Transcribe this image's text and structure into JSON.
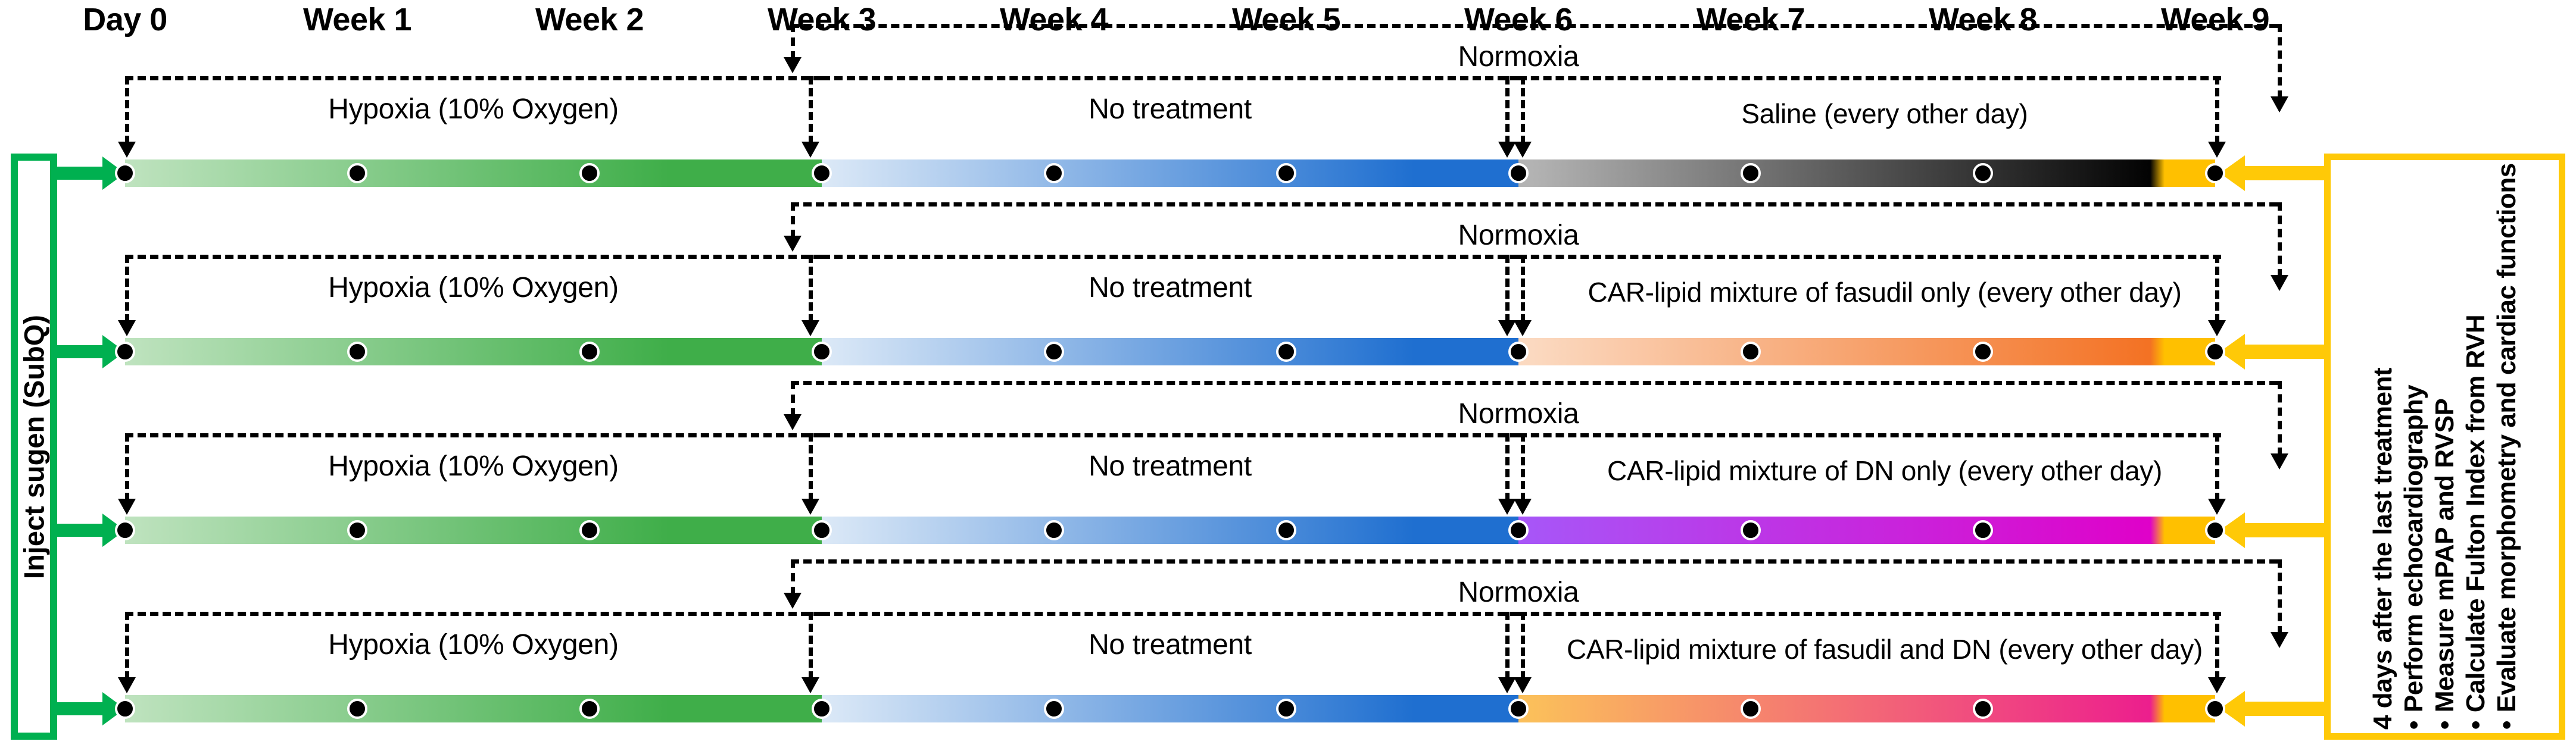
{
  "header": {
    "timepoints": [
      "Day 0",
      "Week 1",
      "Week 2",
      "Week 3",
      "Week 4",
      "Week 5",
      "Week 6",
      "Week 7",
      "Week 8",
      "Week 9"
    ]
  },
  "left_panel": {
    "label": "Inject sugen (SubQ)",
    "color": "#00B050"
  },
  "right_panel": {
    "title": "4 days after the last treatment",
    "bullets": [
      "Perform echocardiography",
      "Measure mPAP and RVSP",
      "Calculate Fulton Index from RVH",
      "Evaluate morphometry and cardiac functions"
    ],
    "bullet_glyph": "•",
    "color": "#FFC907"
  },
  "phases": {
    "normoxia": "Normoxia",
    "hypoxia": "Hypoxia (10% Oxygen)",
    "no_treatment": "No treatment"
  },
  "rows": [
    {
      "id": "row-saline",
      "treatment": "Saline (every other day)",
      "treatment_colors": [
        "#B3B3B3",
        "#000000"
      ]
    },
    {
      "id": "row-fasudil",
      "treatment": "CAR-lipid mixture of fasudil only (every other day)",
      "treatment_colors": [
        "#FBD9C0",
        "#F37021"
      ]
    },
    {
      "id": "row-dn",
      "treatment": "CAR-lipid mixture of DN only (every other day)",
      "treatment_colors": [
        "#A855F7",
        "#E000C8"
      ]
    },
    {
      "id": "row-fasudil-dn",
      "treatment": "CAR-lipid mixture of fasudil and DN (every other day)",
      "treatment_colors": [
        "#FBBF5B",
        "#EC1C8E"
      ]
    }
  ],
  "colors": {
    "hypoxia_start": "#BFE3BF",
    "hypoxia_end": "#3FAE49",
    "no_treatment_start": "#DCE9F7",
    "no_treatment_end": "#1F6FD0",
    "end_phase": "#FFC000",
    "dot": "#000000"
  }
}
